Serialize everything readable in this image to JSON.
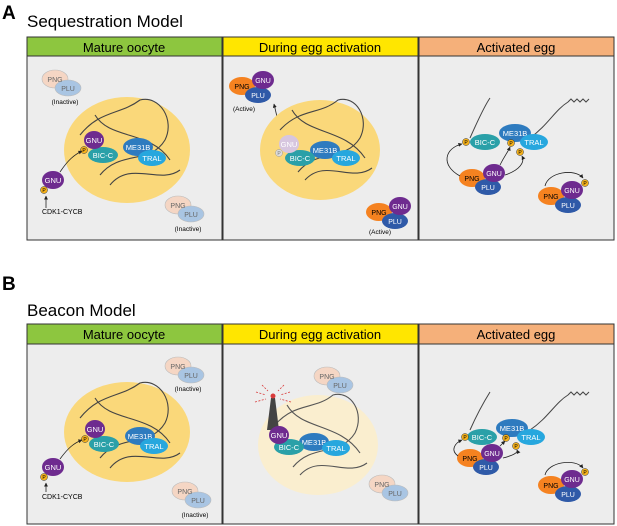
{
  "colors": {
    "green": "#8dc63f",
    "yellow": "#ffe600",
    "orange": "#f5b07a",
    "panel_bg": "#ededed",
    "nucleus": "#fad87a",
    "nucleus_faint": "#faeecf",
    "gnu": "#6e2b8f",
    "plu": "#2f5aa8",
    "png": "#f58220",
    "me31b": "#2e7bbf",
    "bicc": "#2aa0a8",
    "tral": "#27a7de",
    "phospho": "#f6b21b",
    "inactive_png": "#f5d6c4",
    "inactive_plu": "#a9c5e3",
    "faded_gnu": "#d7c6df",
    "tower": "#444444",
    "beacon": "#d93a3a"
  },
  "panel_a": {
    "letter": "A",
    "title": "Sequestration Model",
    "headers": [
      "Mature oocyte",
      "During egg activation",
      "Activated egg"
    ]
  },
  "panel_b": {
    "letter": "B",
    "title": "Beacon Model",
    "headers": [
      "Mature oocyte",
      "During egg activation",
      "Activated egg"
    ]
  },
  "labels": {
    "png": "PNG",
    "plu": "PLU",
    "gnu": "GNU",
    "me31b": "ME31B",
    "bicc": "BIC-C",
    "tral": "TRAL",
    "p": "P",
    "inactive": "(Inactive)",
    "active": "(Active)",
    "cdk": "CDK1-CYCB"
  }
}
